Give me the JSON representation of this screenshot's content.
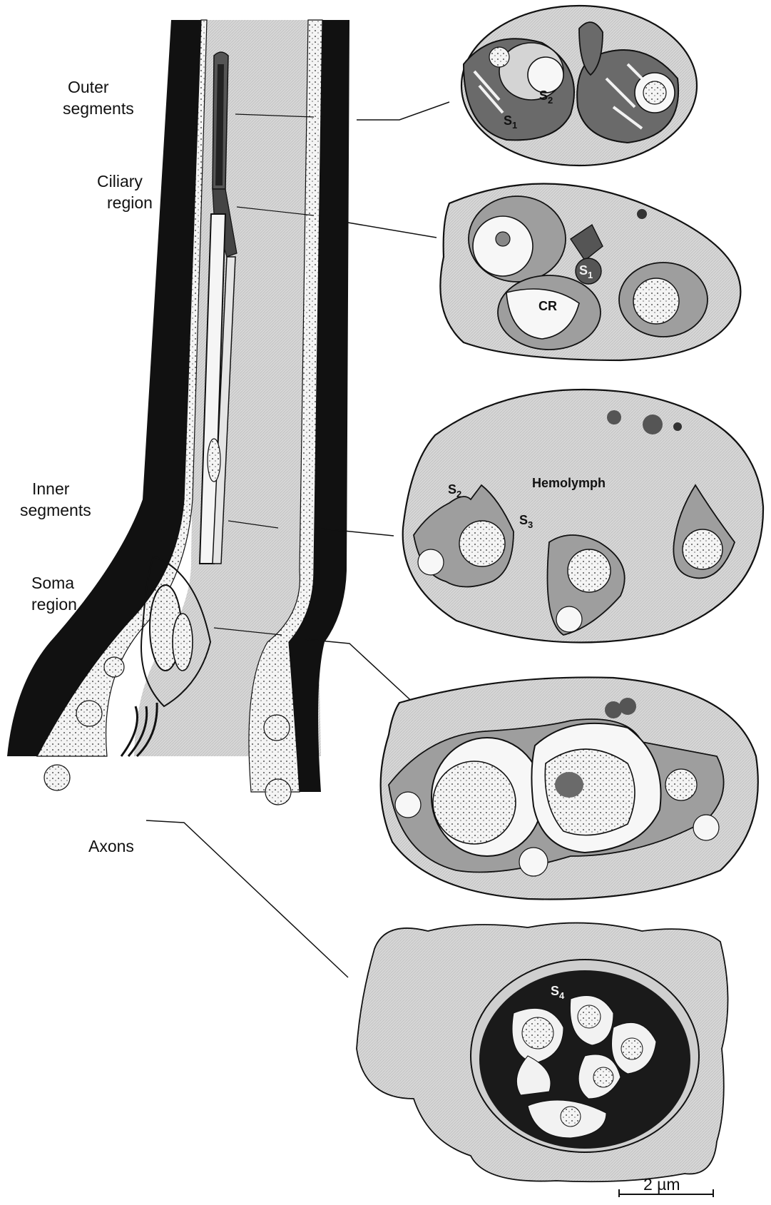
{
  "labels": {
    "outer_segments": [
      "Outer",
      "segments"
    ],
    "ciliary_region": [
      "Ciliary",
      "region"
    ],
    "inner_segments": [
      "Inner",
      "segments"
    ],
    "soma_region": [
      "Soma",
      "region"
    ],
    "axons": "Axons"
  },
  "section_labels": {
    "s1_a": {
      "main": "S",
      "sub": "1"
    },
    "s2_a": {
      "main": "S",
      "sub": "2"
    },
    "s1_b": {
      "main": "S",
      "sub": "1"
    },
    "cr": "CR",
    "hemolymph": "Hemolymph",
    "s2_c": {
      "main": "S",
      "sub": "2"
    },
    "s3_c": {
      "main": "S",
      "sub": "3"
    },
    "s4_e": {
      "main": "S",
      "sub": "4"
    }
  },
  "scale_bar": "2 µm",
  "colors": {
    "ink": "#111111",
    "light_shade": "#d9d9d9",
    "medium_shade": "#8f8f8f",
    "dark_shade": "#4a4a4a"
  }
}
